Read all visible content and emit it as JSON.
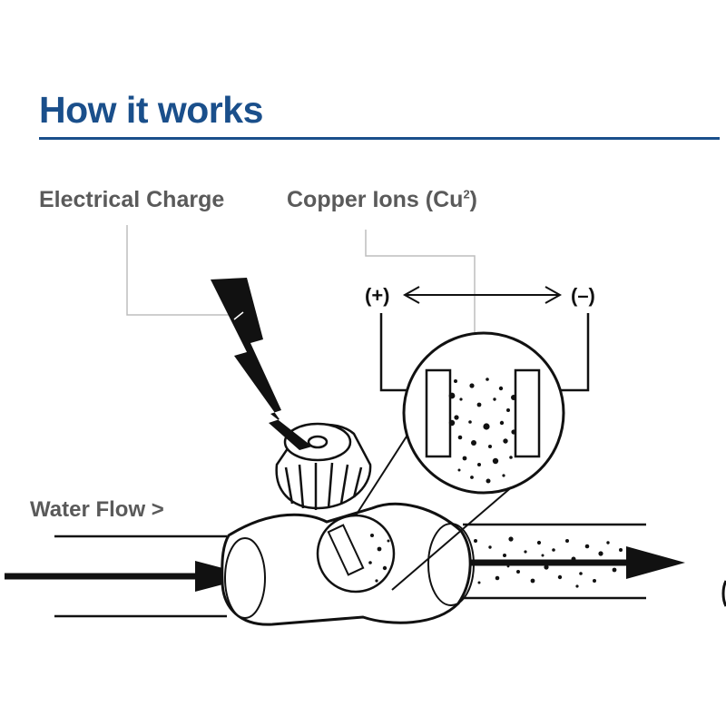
{
  "title": "How it works",
  "labels": {
    "electrical_charge": "Electrical Charge",
    "copper_ions": "Copper Ions (Cu",
    "copper_ions_sup": "2",
    "copper_ions_close": ")",
    "water_flow": "Water Flow >",
    "positive": "(+)",
    "negative": "(–)"
  },
  "colors": {
    "title": "#1a4f8b",
    "label": "#5a5a5a",
    "leader": "#bdbdbd",
    "ink": "#111111"
  },
  "icons": [
    "lightning-bolt-icon",
    "flow-arrow-icon"
  ]
}
